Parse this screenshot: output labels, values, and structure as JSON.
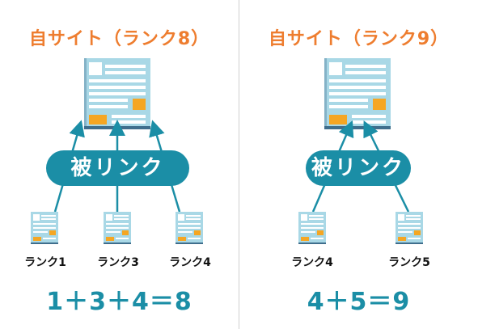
{
  "left": {
    "title": "自サイト（ランク8）",
    "backlink_label": "被リンク",
    "sources": [
      "ランク1",
      "ランク3",
      "ランク4"
    ],
    "equation": "1＋3＋4＝8"
  },
  "right": {
    "title": "自サイト（ランク9）",
    "backlink_label": "被リンク",
    "sources": [
      "ランク4",
      "ランク5"
    ],
    "equation": "4＋5＝9"
  },
  "colors": {
    "title_orange": "#ee7d2f",
    "accent_teal": "#1b8ea6",
    "doc_blue": "#a9d8e6",
    "doc_orange": "#f5a623"
  },
  "icons": [
    "web-page-icon",
    "document-icon",
    "arrow-up-icon"
  ]
}
